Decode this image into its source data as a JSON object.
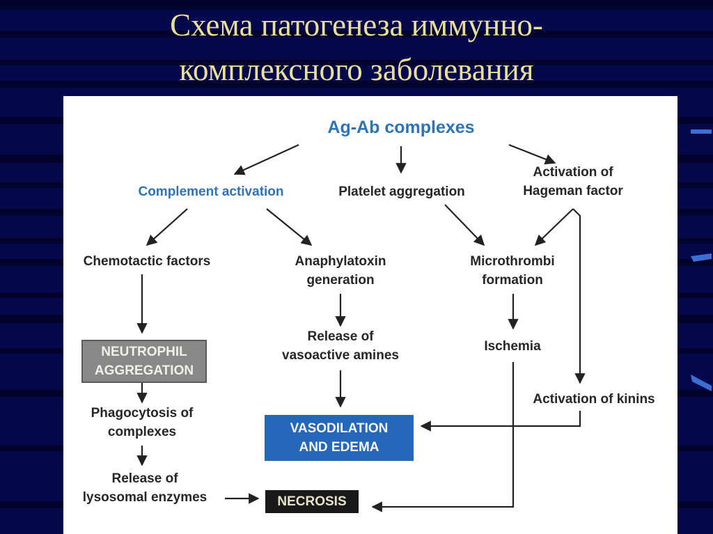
{
  "slide": {
    "title_line1": "Схема патогенеза иммунно-",
    "title_line2": "комплексного заболевания"
  },
  "diagram": {
    "nodes": {
      "ag_ab": "Ag-Ab complexes",
      "complement": "Complement activation",
      "platelet": "Platelet aggregation",
      "hageman_1": "Activation of",
      "hageman_2": "Hageman factor",
      "chemotactic": "Chemotactic factors",
      "anaphylatoxin_1": "Anaphylatoxin",
      "anaphylatoxin_2": "generation",
      "microthrombi_1": "Microthrombi",
      "microthrombi_2": "formation",
      "neutrophil_1": "NEUTROPHIL",
      "neutrophil_2": "AGGREGATION",
      "release_amines_1": "Release of",
      "release_amines_2": "vasoactive amines",
      "ischemia": "Ischemia",
      "kinins": "Activation of kinins",
      "phagocytosis_1": "Phagocytosis of",
      "phagocytosis_2": "complexes",
      "vasodilation_1": "VASODILATION",
      "vasodilation_2": "AND EDEMA",
      "lysosomal_1": "Release of",
      "lysosomal_2": "lysosomal enzymes",
      "necrosis": "NECROSIS"
    },
    "colors": {
      "blue_text": "#2d73b8",
      "gray_box": "#888888",
      "blue_box": "#2567b8",
      "black_box": "#191919"
    }
  }
}
